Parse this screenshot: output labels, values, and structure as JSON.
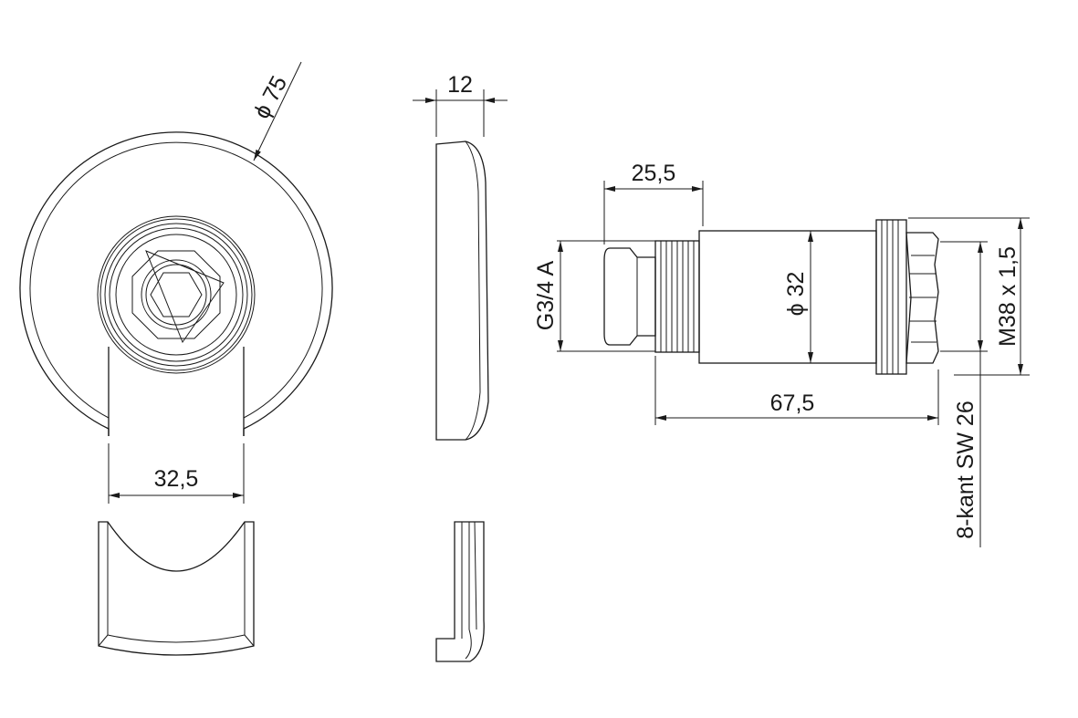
{
  "dimensions": {
    "outer_diameter": "ϕ 75",
    "thickness": "12",
    "slot_width": "32,5",
    "length_short": "25,5",
    "inlet_thread": "G3/4 A",
    "body_diameter": "ϕ 32",
    "overall_length": "67,5",
    "outlet_thread": "M38 x 1,5",
    "wrench_size": "8-kant SW 26"
  }
}
